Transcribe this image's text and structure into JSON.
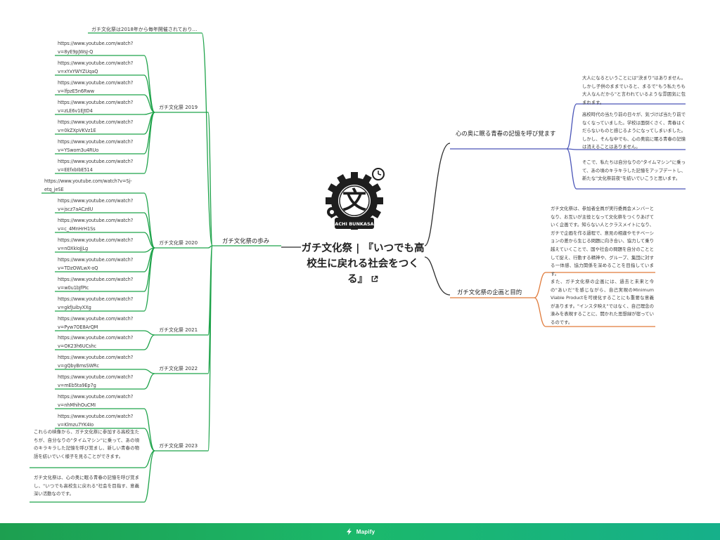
{
  "center": {
    "title": "ガチ文化祭 | 『いつでも高校生に戻れる社会をつくる』",
    "logo_text": "GACHI BUNKASAI!",
    "logo_kanji": "文"
  },
  "branches": {
    "history": {
      "label": "ガチ文化祭の歩み",
      "intro": "ガチ文化祭は2018年から毎年開催されており…",
      "years": [
        {
          "label": "ガチ文化祭 2019",
          "items": [
            "https://www.youtube.com/watch?\nv=8yE9pJWsJ-Q",
            "https://www.youtube.com/watch?\nv=xYxYWYZUqaQ",
            "https://www.youtube.com/watch?\nv=lfpzE5n6Rww",
            "https://www.youtube.com/watch?\nv=zLE6v1EJtD4",
            "https://www.youtube.com/watch?\nv=0kZXpVKVz1E",
            "https://www.youtube.com/watch?\nv=YSwom3u4RUo",
            "https://www.youtube.com/watch?\nv=EEfxbIbE514"
          ]
        },
        {
          "label": "ガチ文化祭 2020",
          "items": [
            "https://www.youtube.com/watch?v=Sj-\netq_jeSE",
            "https://www.youtube.com/watch?\nv=jscz7aACzdU",
            "https://www.youtube.com/watch?\nv=c_4MnHrH1Ss",
            "https://www.youtube.com/watch?\nv=nOXkIoJjLg",
            "https://www.youtube.com/watch?\nv=TDzOWLwX-oQ",
            "https://www.youtube.com/watch?\nv=w0u1bJfPIc",
            "https://www.youtube.com/watch?\nv=gkfJuibyXXg"
          ]
        },
        {
          "label": "ガチ文化祭 2021",
          "items": [
            "https://www.youtube.com/watch?\nv=Pyw7OE8ArQM",
            "https://www.youtube.com/watch?\nv=OK23h6UCshc"
          ]
        },
        {
          "label": "ガチ文化祭 2022",
          "items": [
            "https://www.youtube.com/watch?\nv=gQbyBmsSWRc",
            "https://www.youtube.com/watch?\nv=mEb5ta9Ep7g"
          ]
        },
        {
          "label": "ガチ文化祭 2023",
          "items": [
            "https://www.youtube.com/watch?\nv=nhMhihOuCMI",
            "https://www.youtube.com/watch?\nv=Klmzu7YK4Io",
            "これらの映像から、ガチ文化祭に参加する高校生たちが、自分なりの\"タイムマシン\"に乗って、あの頃のキラキラした記憶を呼び覚まし、新しい青春の物語を紡いでいく様子を見ることができます。",
            "ガチ文化祭は、心の奥に眠る青春の記憶を呼び覚まし、\"いつでも高校生に戻れる\"社会を目指す、意義深い活動なのです。"
          ]
        }
      ]
    },
    "memory": {
      "label": "心の奥に眠る青春の記憶を呼び覚ます",
      "items": [
        "大人になるということには\"決まり\"はありません。しかし子供のままでいると、まるで\"もう私たちも大人なんだから\"と言われているような雰囲気に包まれます。",
        "高校時代の当たり前の日々が、気づけば当たり前でなくなっていました。学校は面倒くさく、青春はくだらないものと感じるようになってしまいました。しかし、そんな中でも、心の奥底に眠る青春の記憶は消えることはありません。",
        "そこで、私たちは自分なりの\"タイムマシン\"に乗って、あの頃のキラキラした記憶をアップデートし、新たな\"文化祭前夜\"を紡いでいこうと思います。"
      ]
    },
    "planning": {
      "label": "ガチ文化祭の企画と目的",
      "items": [
        "ガチ文化祭は、参加者全員が実行委員会メンバーとなり、お互いが主役となって文化祭をつくりあげていく企画です。知らない人とクラスメイトになり、ガチで企画を作る過程で、意見の相違やモチベーションの差から生じる問題に向き合い、協力して乗り越えていくことで、国や社会の問題を自分のこととして捉え、行動する精神や、グループ、集団に対する一体感、協力関係を深めることを目指しています。",
        "また、ガチ文化祭の企画には、過去と未来と今の\"あいだ\"を感じながら、自己実現のMinimum Viable Productを可視化することにも重要な意義があります。\"インスタ映え\"ではなく、自己理念の湊みを表現することに、開かれた思想緑が宿っているのです。"
      ]
    }
  },
  "colors": {
    "history": "#1ea34a",
    "memory": "#4a55b8",
    "planning": "#e07a3a",
    "center_link": "#2b2b2b"
  },
  "footer": {
    "brand": "Mapify"
  }
}
